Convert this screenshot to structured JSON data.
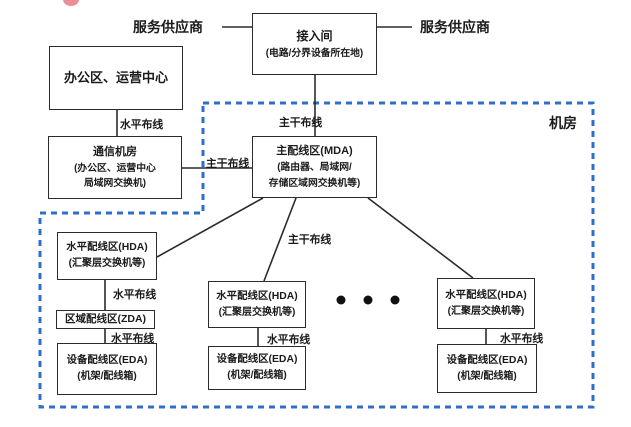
{
  "colors": {
    "boundary_blue": "#2e6fce",
    "line_dark": "#2b2b2b",
    "text": "#1b1b1b",
    "blob_pink": "#ea9095"
  },
  "boundary": {
    "label": "机房"
  },
  "external": {
    "service_provider_left": "服务供应商",
    "service_provider_right": "服务供应商"
  },
  "nodes": {
    "entrance_room": {
      "title": "接入间",
      "subtitle": "(电路/分界设备所在地)"
    },
    "office_area": {
      "title": "办公区、运营中心"
    },
    "telecom_room": {
      "title": "通信机房",
      "line2": "(办公区、运营中心",
      "line3": "局域网交换机)"
    },
    "mda": {
      "title": "主配线区(MDA)",
      "line2": "(路由器、局域网/",
      "line3": "存储区域网交换机等)"
    },
    "hda": {
      "title": "水平配线区(HDA)",
      "subtitle": "(汇聚层交换机等)"
    },
    "zda": {
      "title": "区域配线区(ZDA)"
    },
    "eda": {
      "title": "设备配线区(EDA)",
      "subtitle": "(机架/配线箱)"
    }
  },
  "edge_labels": {
    "backbone": "主干布线",
    "horizontal": "水平布线"
  }
}
